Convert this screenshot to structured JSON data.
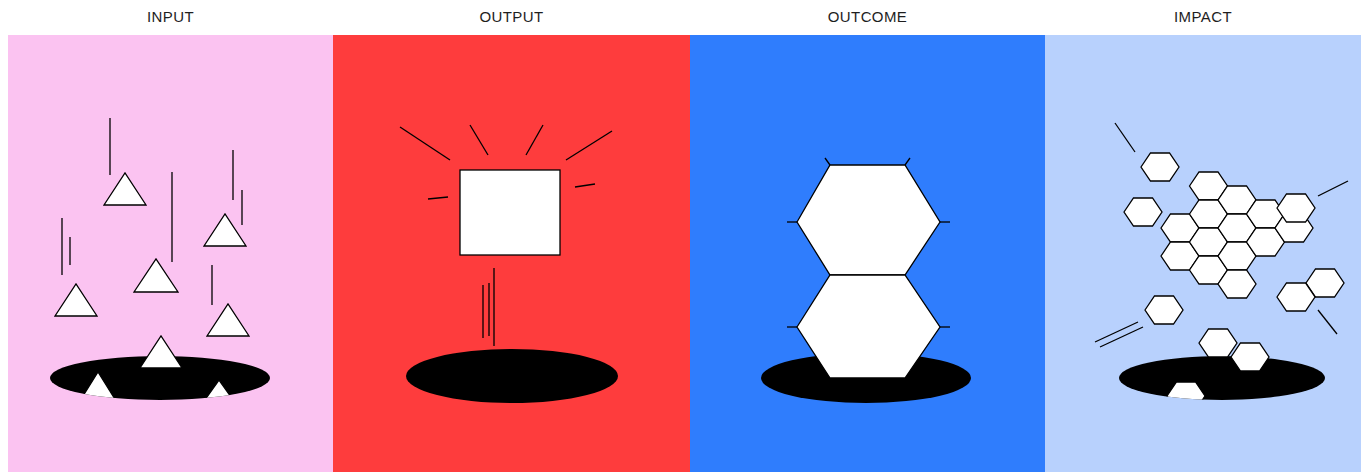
{
  "diagram": {
    "nodes": [
      {
        "text": [
          "INPUT"
        ]
      },
      {
        "text": [
          "OUTPUT"
        ]
      },
      {
        "text": [
          "OUTCOME"
        ]
      },
      {
        "text": [
          "IMPACT"
        ]
      }
    ]
  }
}
